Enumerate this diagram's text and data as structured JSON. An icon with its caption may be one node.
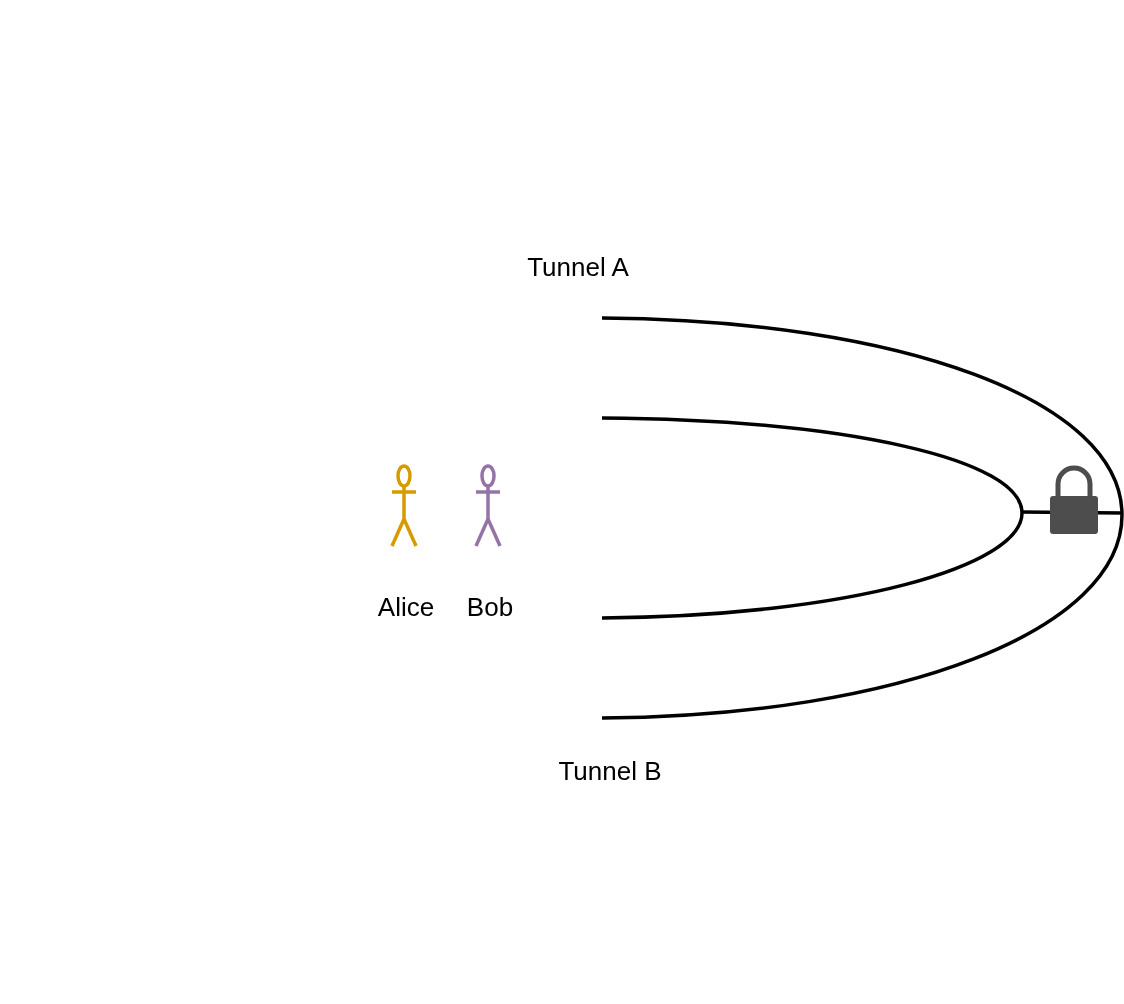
{
  "diagram": {
    "labels": [
      "Tunnel A",
      "Alice",
      "Bob",
      "Tunnel B"
    ]
  }
}
